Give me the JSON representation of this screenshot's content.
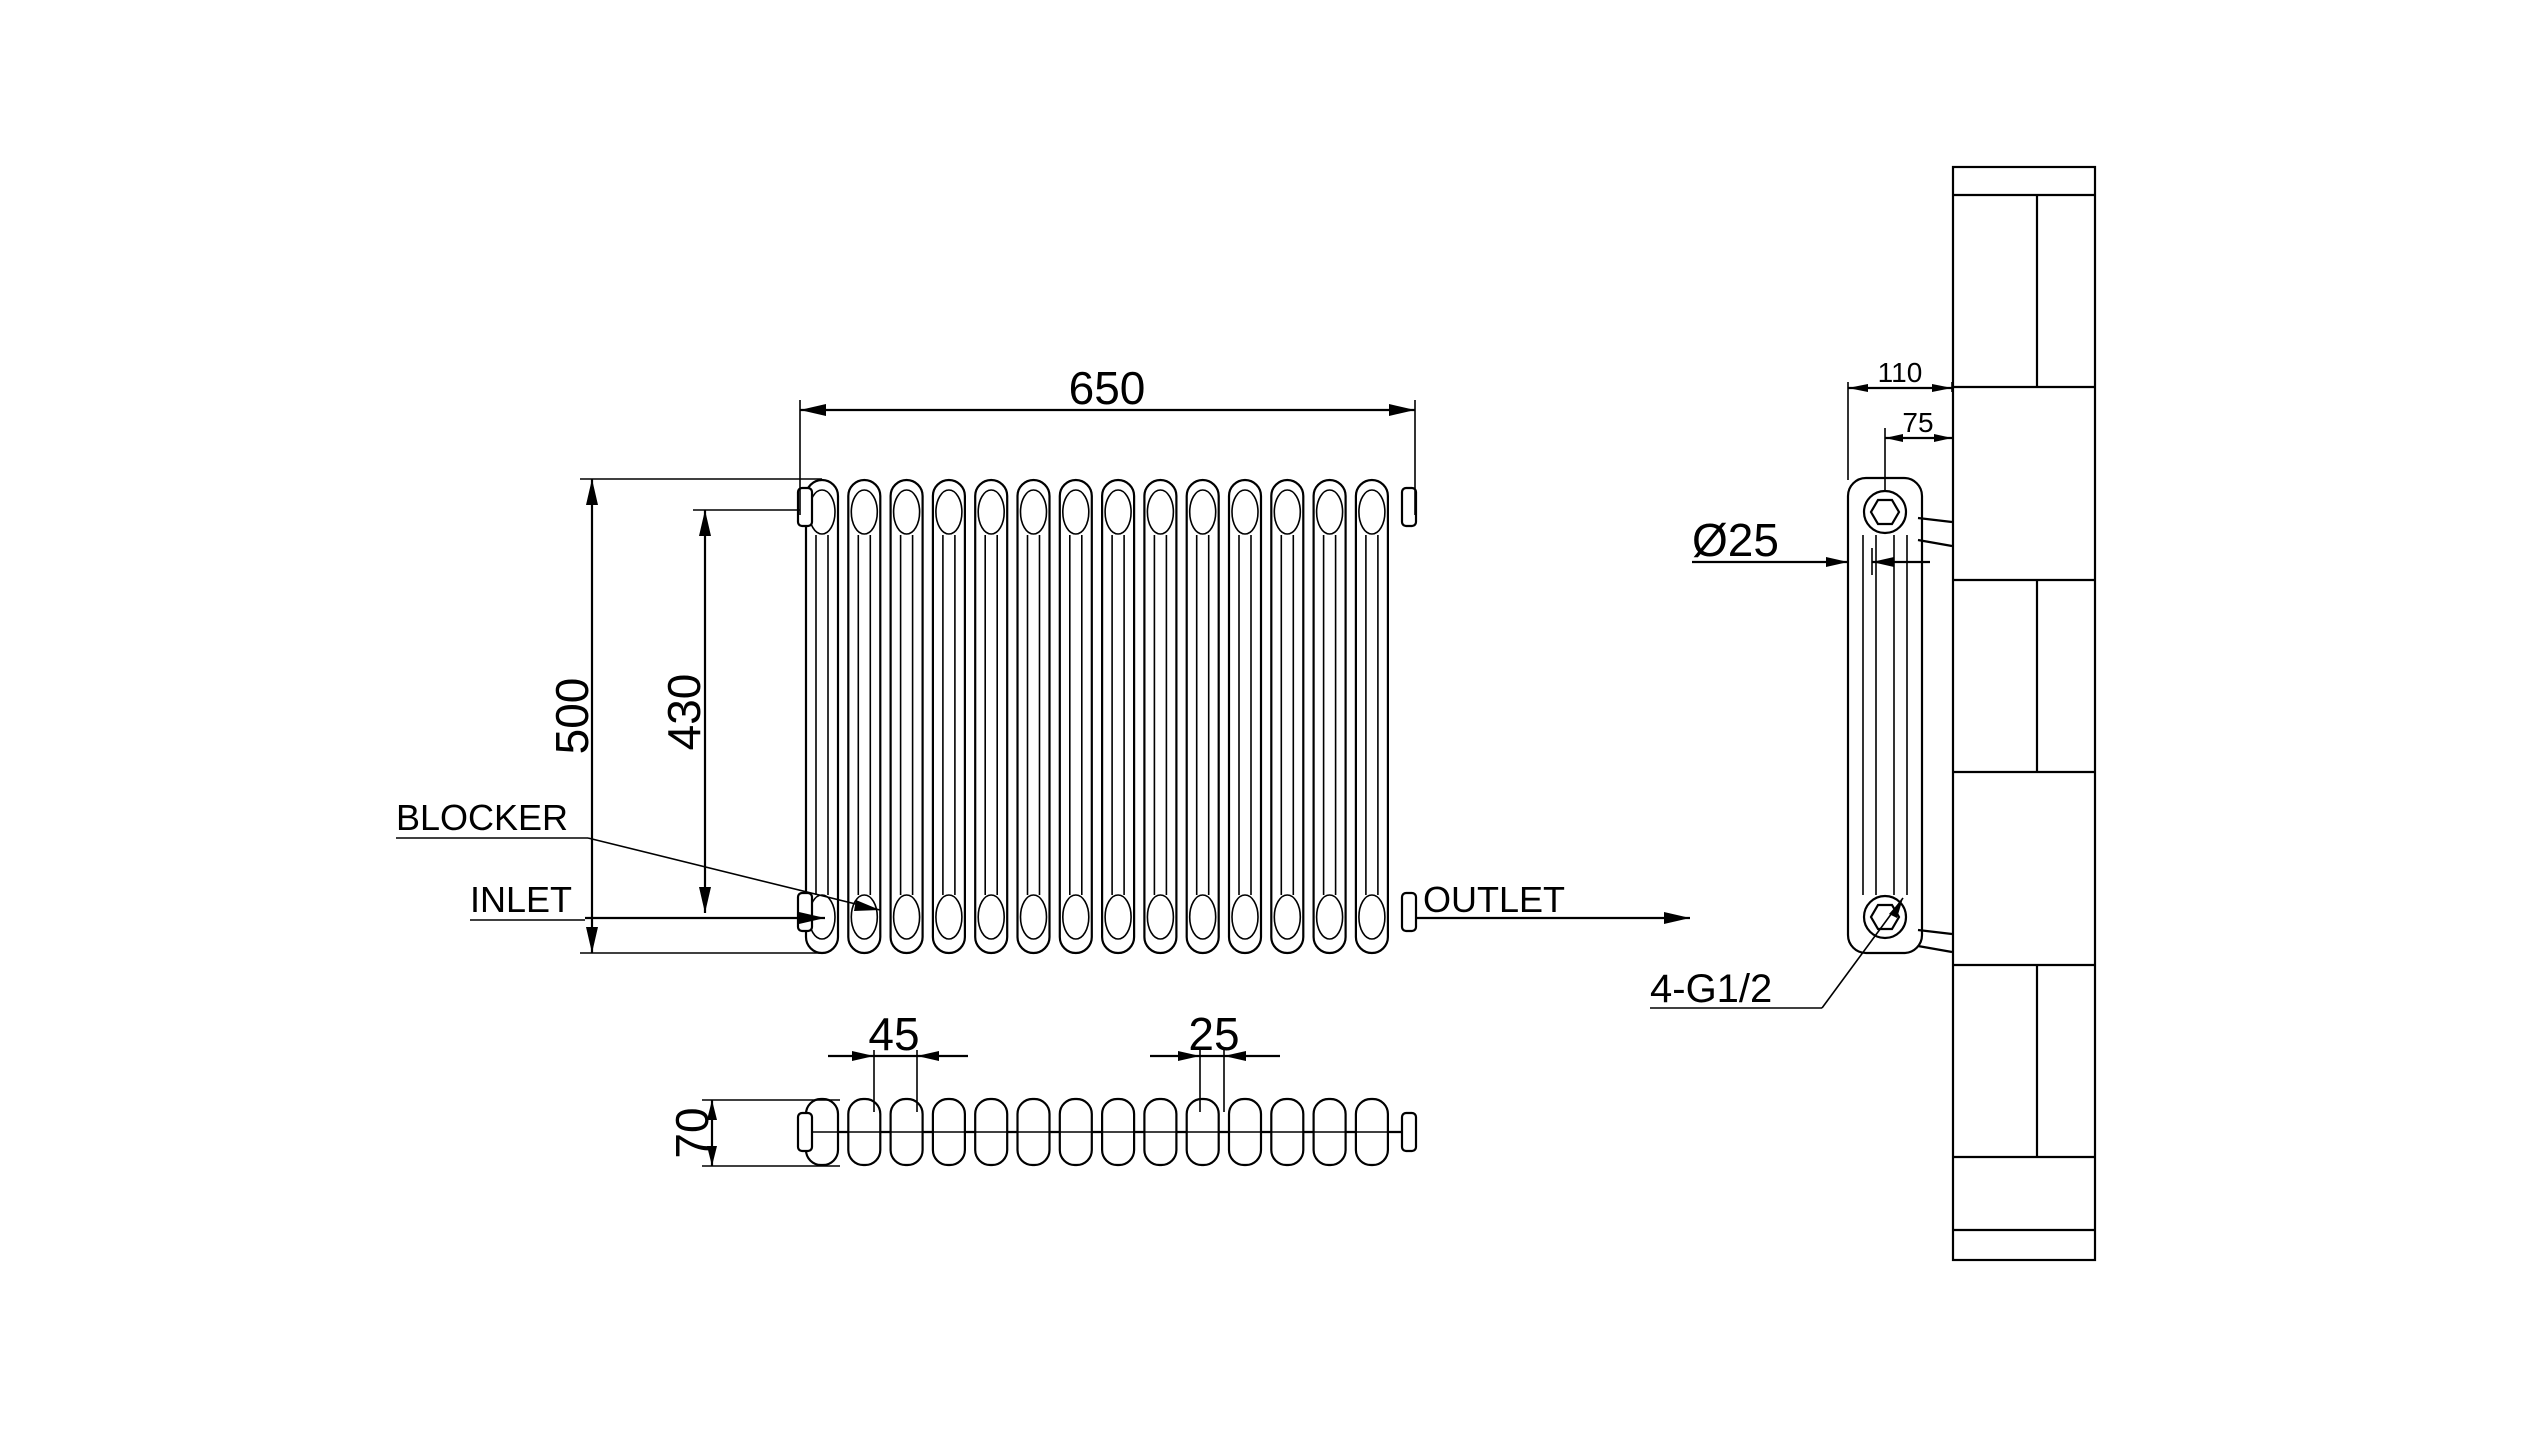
{
  "labels": {
    "width": "650",
    "height": "500",
    "centers": "430",
    "pitch": "45",
    "column_dia": "25",
    "depth": "70",
    "blocker": "BLOCKER",
    "inlet": "INLET",
    "outlet": "OUTLET",
    "side_depth": "110",
    "side_offset": "75",
    "side_dia": "Ø25",
    "connections": "4-G1/2"
  },
  "radiator": {
    "sections": 14
  },
  "colors": {
    "line": "#000000",
    "background": "#ffffff"
  }
}
